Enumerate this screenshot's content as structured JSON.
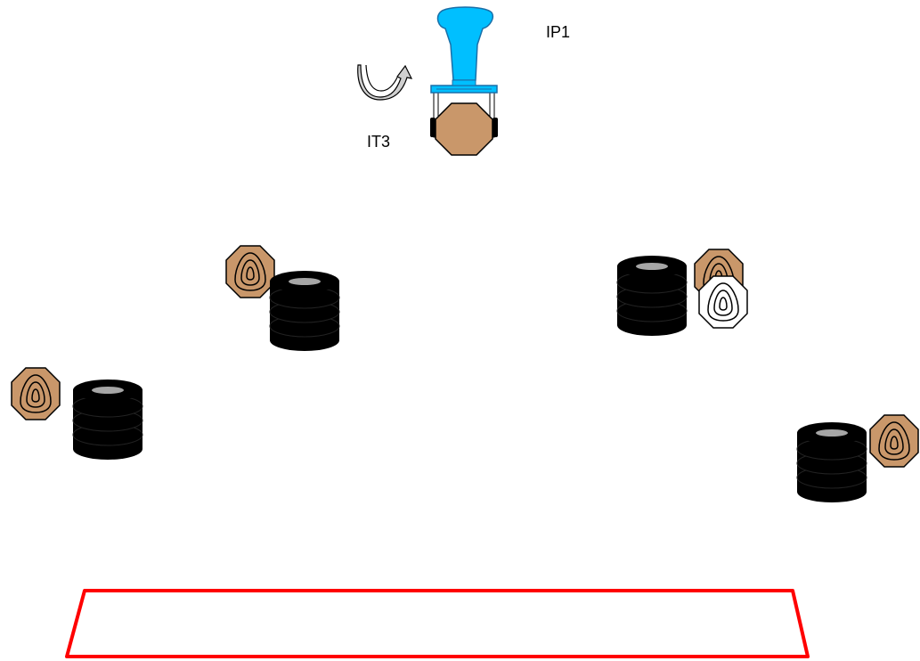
{
  "labels": {
    "gripper": "IP1",
    "held_object": "IT3"
  },
  "colors": {
    "gripper": "#00bfff",
    "gripper_outline": "#1a6fa8",
    "part_fill": "#c9976a",
    "part_white": "#ffffff",
    "stack": "#000000",
    "stack_top": "#a6a6a6",
    "target_zone": "#ff0000",
    "rotate_arrow": "#cccccc"
  },
  "icons": {
    "gripper": "robot-gripper-icon",
    "rotate": "rotate-arrow-icon",
    "part": "octagon-part-icon",
    "stack": "tire-stack-icon"
  },
  "scene": {
    "stations": [
      {
        "part_color": "tan"
      },
      {
        "part_color": "tan"
      },
      {
        "part_color": "tan",
        "extra_part_color": "white"
      },
      {
        "part_color": "tan"
      }
    ]
  }
}
